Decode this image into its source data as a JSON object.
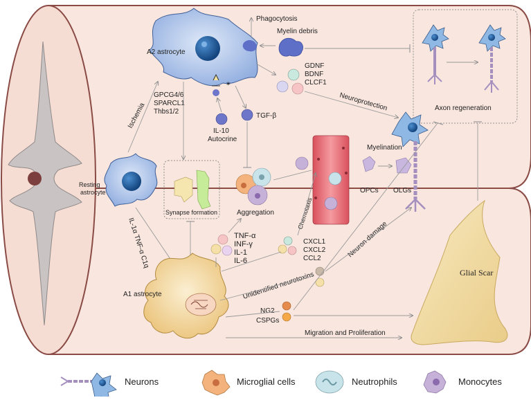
{
  "labels": {
    "phagocytosis": "Phagocytosis",
    "myelin_debris": "Myelin debris",
    "a2_astrocyte": "A2 astrocyte",
    "gdnf": "GDNF",
    "bdnf": "BDNF",
    "clcf1": "CLCF1",
    "neuroprotection": "Neuroprotection",
    "axon_regeneration": "Axon regeneration",
    "ischemia": "Ischemia",
    "gpcg": "GPCG4/6",
    "sparcl1": "SPARCL1",
    "thbs": "Thbs1/2",
    "il10": "IL-10",
    "autocrine": "Autocrine",
    "tgfb": "TGF-β",
    "myelination": "Myelination",
    "resting": "Resting",
    "astrocyte": "astrocyte",
    "synapse_formation": "Synapse  formation",
    "aggregation": "Aggregation",
    "chemotaxis": "Chemotaxis",
    "opcs": "OPCs",
    "olgs": "OLGs",
    "a1_inducers": "IL-1α TNF-α C1q",
    "tnfa": "TNF-α",
    "infg": "INF-γ",
    "il1": "IL-1",
    "il6": "IL-6",
    "cxcl1": "CXCL1",
    "cxcl2": "CXCL2",
    "ccl2": "CCL2",
    "neuron_damage": "Neuron damage",
    "glial_scar": "Glial Scar",
    "a1_astrocyte": "A1 astrocyte",
    "unidentified": "Unidentified neurotoxins",
    "ng2": "NG2",
    "cspgs": "CSPGs",
    "migration": "Migration and Proliferation"
  },
  "legend": [
    {
      "label": "Neurons",
      "icon": "neuron-icon"
    },
    {
      "label": "Microglial cells",
      "icon": "microglia-icon"
    },
    {
      "label": "Neutrophils",
      "icon": "neutrophil-icon"
    },
    {
      "label": "Monocytes",
      "icon": "monocyte-icon"
    }
  ],
  "colors": {
    "cord_fill": "#f8e6df",
    "cord_stroke": "#8a4b45",
    "grey_matter": "#c9c4c3",
    "astrocyte": "#a9c1e8",
    "astrocyte_nucleus": "#1f5e9e",
    "a1_astrocyte": "#f1d49a",
    "neuron": "#8fb8e4",
    "axon": "#a48fbf",
    "vessel": "#e66f78",
    "glial_scar": "#f2dca3",
    "microglia": "#f4b27c",
    "neutrophil": "#c9e3ea",
    "monocyte": "#c6b2d8"
  }
}
